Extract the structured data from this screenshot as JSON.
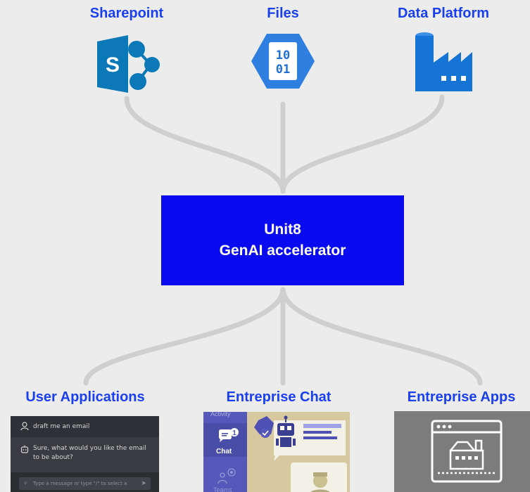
{
  "sources": {
    "sharepoint": {
      "label": "Sharepoint",
      "icon": "sharepoint-icon"
    },
    "files": {
      "label": "Files",
      "icon": "binary-files-icon",
      "glyph_line1": "10",
      "glyph_line2": "01"
    },
    "data_platform": {
      "label": "Data Platform",
      "icon": "factory-icon"
    }
  },
  "hub": {
    "line1": "Unit8",
    "line2": "GenAI accelerator"
  },
  "outputs": {
    "user_applications": {
      "label": "User Applications",
      "user_message": "draft me an email",
      "bot_message": "Sure, what would you like the email to be about?",
      "input_placeholder": "Type a message or type \"/\" to select a prompt..."
    },
    "enterprise_chat": {
      "label": "Entreprise Chat",
      "sidebar_activity": "Activity",
      "sidebar_chat": "Chat",
      "sidebar_teams": "Teams",
      "chat_badge": "1"
    },
    "enterprise_apps": {
      "label": "Entreprise Apps",
      "icon": "enterprise-app-window-icon"
    }
  },
  "colors": {
    "background": "#ececec",
    "label_blue": "#1a3ff0",
    "hub_blue": "#0a0af0",
    "connector": "#cfcfcf",
    "sharepoint": "#0b78b8",
    "files_hex": "#2f7fe0",
    "factory": "#1574d6"
  }
}
